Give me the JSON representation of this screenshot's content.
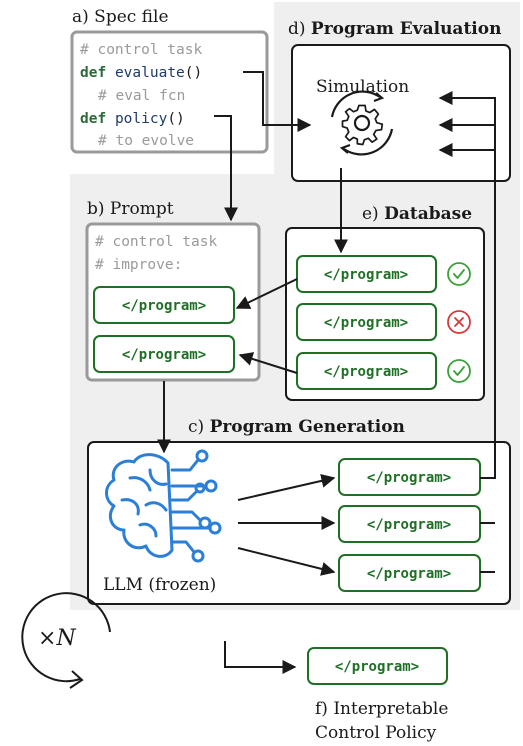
{
  "colors": {
    "code_green": "#1f6f26",
    "code_comment": "#9a9a9a",
    "code_keyword": "#2d6a3a",
    "code_func": "#1e3a6e",
    "panel_gray": "#efefef",
    "box_border": "#1a1a1a",
    "spec_border": "#9a9a9a",
    "check_green": "#3aa13a",
    "cross_red": "#d23b3b",
    "brain_blue": "#2b7fd6"
  },
  "spec_file": {
    "title": "a) Spec file",
    "lines": {
      "l1": "# control task",
      "l2_kw": "def",
      "l2_fn": "evaluate",
      "l2_paren": "()",
      "l3": "# eval fcn",
      "l4_kw": "def",
      "l4_fn": "policy",
      "l4_paren": "()",
      "l5": "# to evolve"
    }
  },
  "prompt": {
    "title": "b) Prompt",
    "line1": "# control task",
    "line2": "# improve:",
    "programs": [
      "</program>",
      "</program>"
    ]
  },
  "program_evaluation": {
    "title_prefix": "d) ",
    "title_bold": "Program Evaluation",
    "simulation_label": "Simulation",
    "icon": "gear-refresh-icon"
  },
  "database": {
    "title_prefix": "e) ",
    "title_bold": "Database",
    "entries": [
      {
        "label": "</program>",
        "status": "check",
        "icon": "check-circle-icon"
      },
      {
        "label": "</program>",
        "status": "cross",
        "icon": "cross-circle-icon"
      },
      {
        "label": "</program>",
        "status": "check",
        "icon": "check-circle-icon"
      }
    ]
  },
  "program_generation": {
    "title_prefix": "c) ",
    "title_bold": "Program Generation",
    "llm_label": "LLM (frozen)",
    "icon": "brain-network-icon",
    "programs": [
      "</program>",
      "</program>",
      "</program>"
    ]
  },
  "loop": {
    "label_prefix": "×",
    "label_var": "N",
    "icon": "circular-arrow-icon"
  },
  "output": {
    "program": "</program>",
    "caption_line1": "f) Interpretable",
    "caption_line2": "Control Policy"
  }
}
